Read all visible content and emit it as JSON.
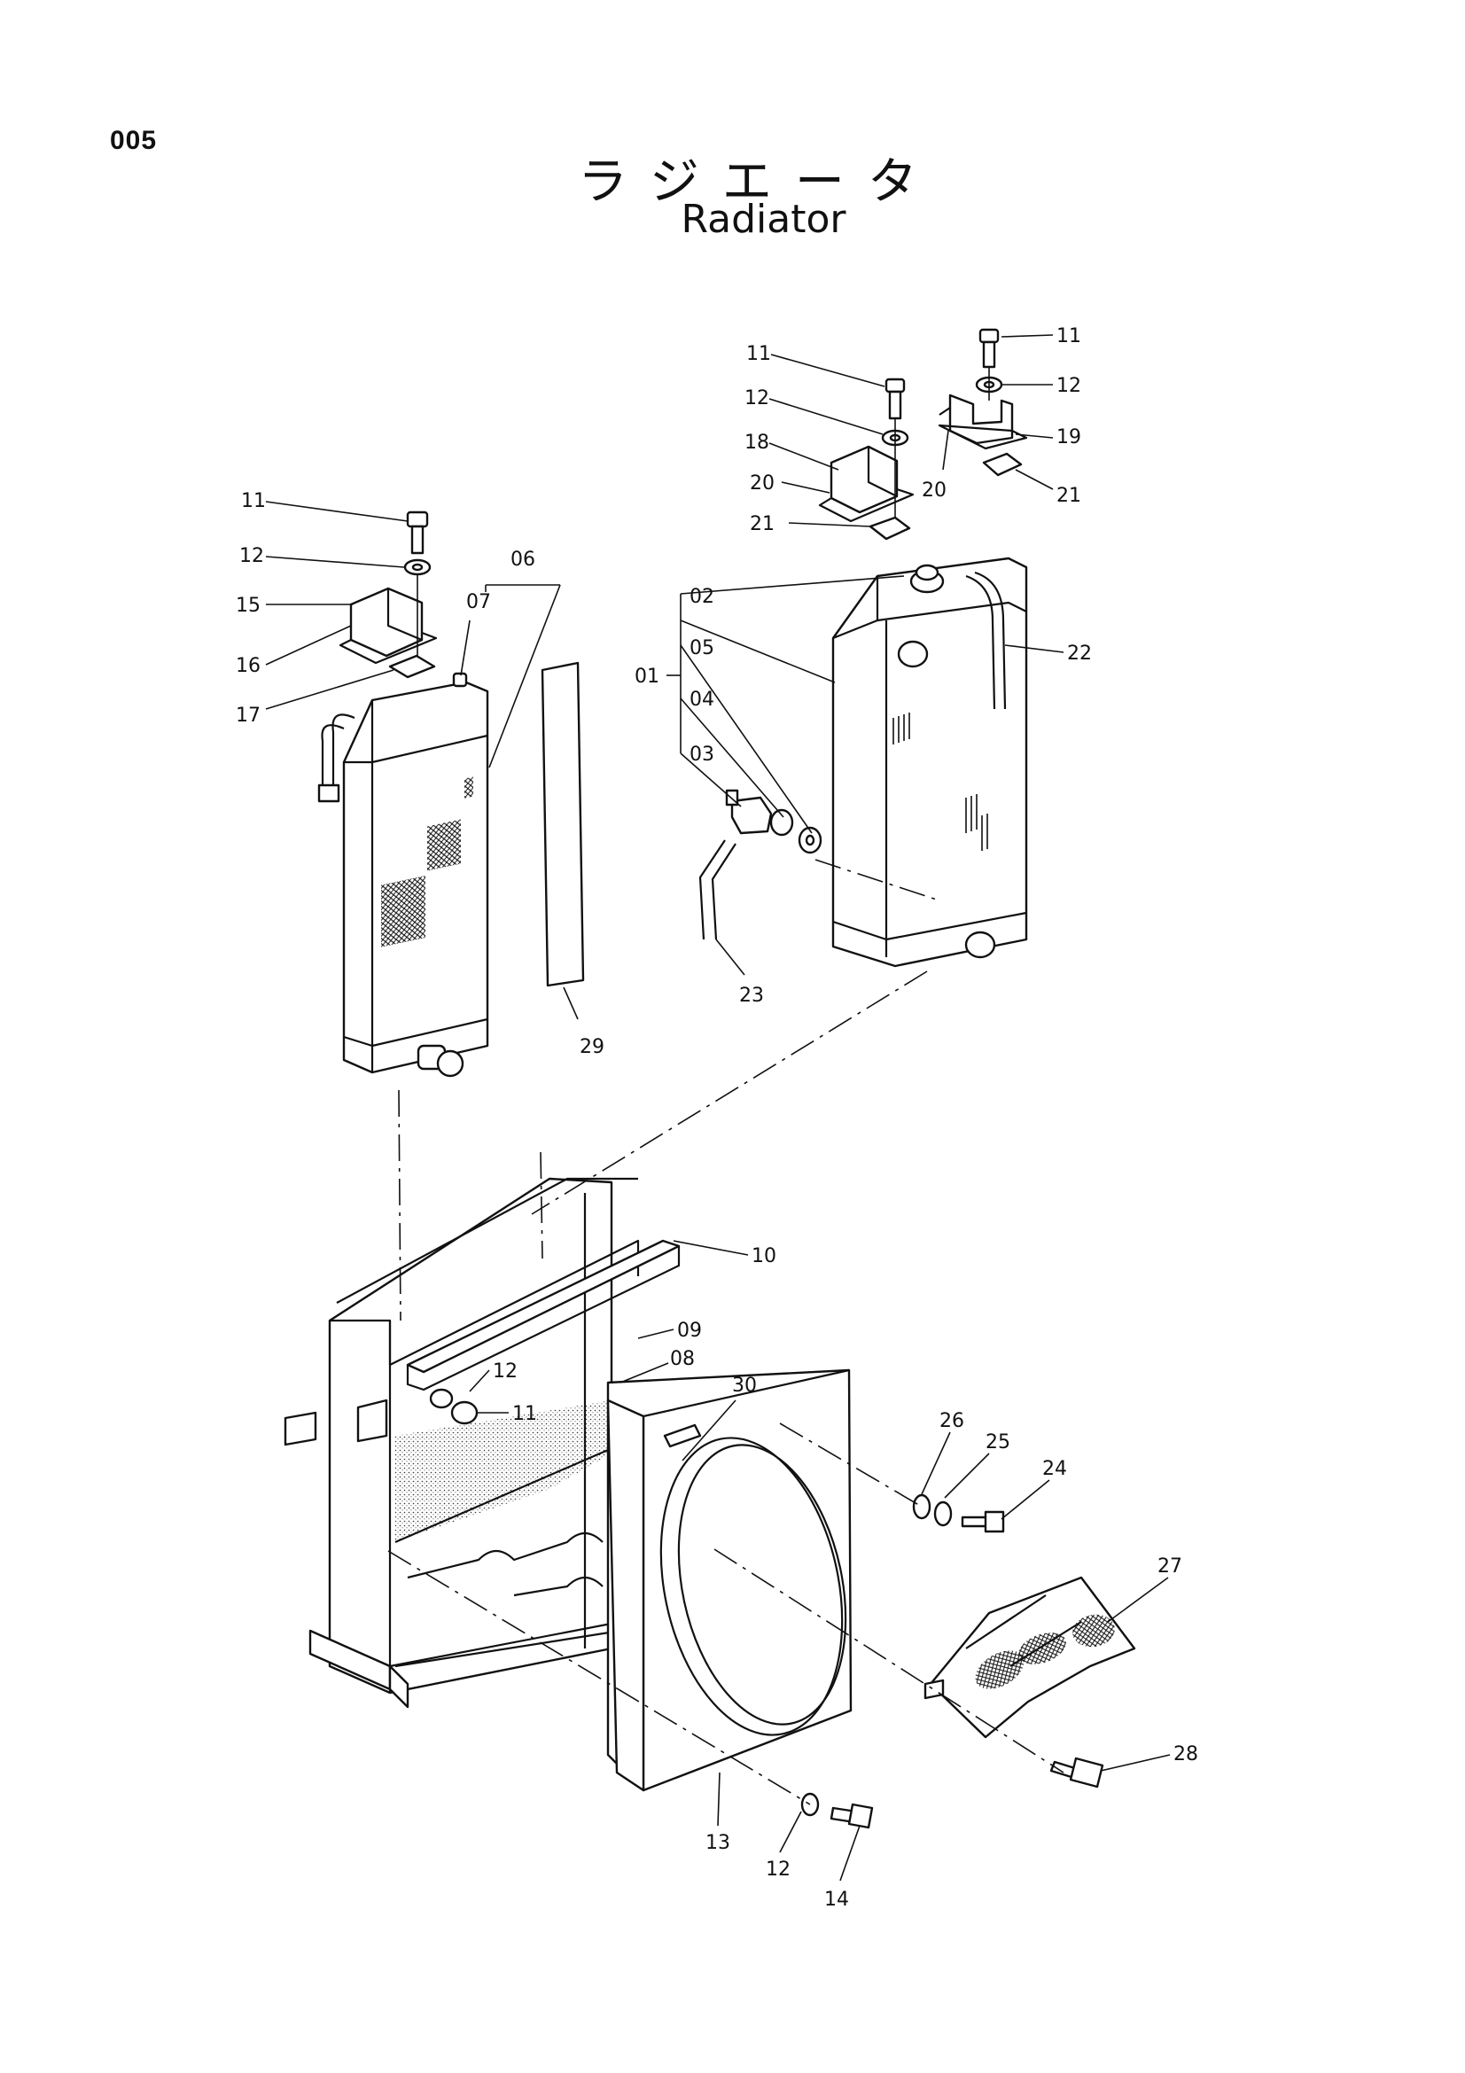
{
  "page_number": "005",
  "title_japanese": "ラジエータ",
  "title_english": "Radiator",
  "labels": [
    {
      "id": "a1",
      "text": "11"
    },
    {
      "id": "a2",
      "text": "12"
    },
    {
      "id": "a3",
      "text": "18"
    },
    {
      "id": "a4",
      "text": "20"
    },
    {
      "id": "a5",
      "text": "21"
    },
    {
      "id": "b1",
      "text": "11"
    },
    {
      "id": "b2",
      "text": "12"
    },
    {
      "id": "b3",
      "text": "19"
    },
    {
      "id": "b4",
      "text": "20"
    },
    {
      "id": "b5",
      "text": "21"
    },
    {
      "id": "c1",
      "text": "11"
    },
    {
      "id": "c2",
      "text": "12"
    },
    {
      "id": "c3",
      "text": "15"
    },
    {
      "id": "c4",
      "text": "16"
    },
    {
      "id": "c5",
      "text": "17"
    },
    {
      "id": "d1",
      "text": "06"
    },
    {
      "id": "d2",
      "text": "07"
    },
    {
      "id": "d3",
      "text": "29"
    },
    {
      "id": "e1",
      "text": "01"
    },
    {
      "id": "e2",
      "text": "02"
    },
    {
      "id": "e3",
      "text": "05"
    },
    {
      "id": "e4",
      "text": "04"
    },
    {
      "id": "e5",
      "text": "03"
    },
    {
      "id": "e6",
      "text": "22"
    },
    {
      "id": "e7",
      "text": "23"
    },
    {
      "id": "f1",
      "text": "10"
    },
    {
      "id": "f2",
      "text": "09"
    },
    {
      "id": "f3",
      "text": "08"
    },
    {
      "id": "f4",
      "text": "12"
    },
    {
      "id": "f5",
      "text": "11"
    },
    {
      "id": "g1",
      "text": "30"
    },
    {
      "id": "g2",
      "text": "26"
    },
    {
      "id": "g3",
      "text": "25"
    },
    {
      "id": "g4",
      "text": "24"
    },
    {
      "id": "g5",
      "text": "27"
    },
    {
      "id": "g6",
      "text": "28"
    },
    {
      "id": "g7",
      "text": "13"
    },
    {
      "id": "g8",
      "text": "12"
    },
    {
      "id": "g9",
      "text": "14"
    }
  ]
}
